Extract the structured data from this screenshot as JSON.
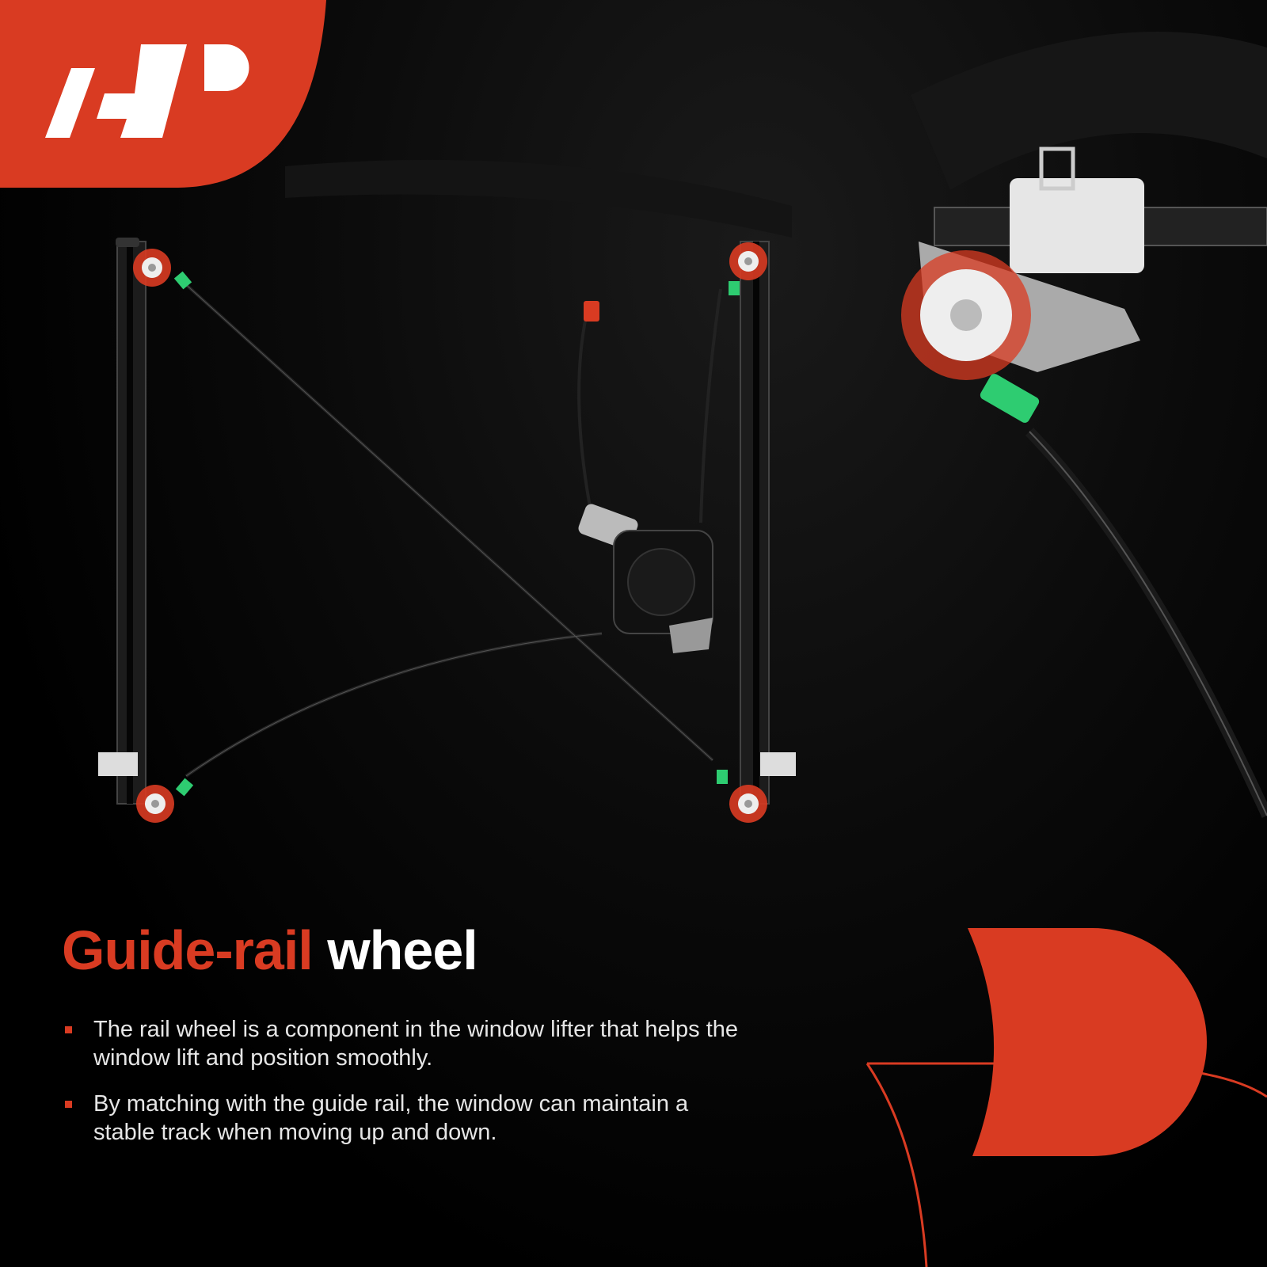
{
  "brand": {
    "logo_text": "A-P",
    "color": "#d93b22"
  },
  "heading": {
    "accent": "Guide-rail",
    "rest": "wheel"
  },
  "bullets": [
    "The rail wheel is a component in the window lifter that helps the window lift and position smoothly.",
    "By matching with the guide rail, the window can maintain a stable track when moving up and down."
  ],
  "colors": {
    "accent": "#d93b22",
    "clip_green": "#2ecc71",
    "background": "#000000"
  }
}
